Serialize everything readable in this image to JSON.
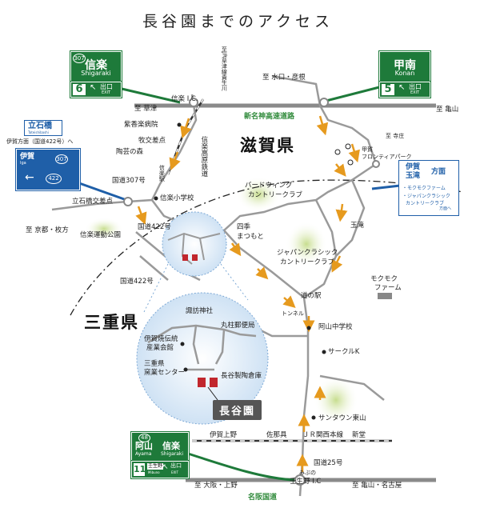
{
  "title": "長谷園までのアクセス",
  "prefectures": {
    "shiga": "滋賀県",
    "mie": "三重県"
  },
  "highways": {
    "meishin": "新名神高速道路",
    "meihan": "名阪国道"
  },
  "signs": {
    "shigaraki": {
      "route": "307",
      "name": "信楽",
      "roman": "Shigaraki",
      "exit_no": "6",
      "exit": "出口",
      "exit_en": "EXIT"
    },
    "konan": {
      "name": "甲南",
      "roman": "Konan",
      "exit_no": "5",
      "exit": "出口",
      "exit_en": "EXIT"
    },
    "ayama": {
      "route": "48",
      "name1": "阿山",
      "name2": "信楽",
      "roman1": "Ayama",
      "roman2": "Shigaraki",
      "exit_no": "11",
      "sub_name": "壬生野",
      "sub_roman": "Mibuno",
      "exit": "出口",
      "exit_en": "EXIT"
    },
    "tateishi": {
      "name": "立石橋",
      "roman": "Tateishibashi",
      "caption": "伊賀方面（国道422号）へ",
      "iga": "伊賀",
      "iga_roman": "Iga",
      "r307": "307",
      "r422": "422"
    },
    "iga_tamataki": {
      "title1": "伊賀",
      "title2": "玉滝",
      "dir": "方面",
      "item1": "・モクモクファーム",
      "item2": "・ジャパンクラシック",
      "item3": "カントリークラブ",
      "arrow": "方面へ"
    }
  },
  "directions": {
    "to_jr": "至JR草津線貴生川",
    "to_minakuchi": "至 水口・彦根",
    "to_kusatsu": "至 草津",
    "to_kameyama": "至 亀山",
    "to_teraso": "至 寺庄",
    "to_kyoto": "至 京都・枚方",
    "to_osaka": "至 大阪・上野",
    "to_kameyama_nagoya": "至 亀山・名古屋"
  },
  "labels": {
    "shigaraki_ic": "信楽 I.C.",
    "shikouen": "紫香楽病院",
    "makizaten": "牧交差点",
    "tougei": "陶芸の森",
    "shigaraki_eki": "信楽駅",
    "shigaraki_rail": "信楽高原鉄道",
    "r307": "国道307号",
    "tateishi_x": "立石橋交差点",
    "school": "信楽小学校",
    "r422a": "国道422号",
    "undou": "信楽運動公園",
    "r422b": "国道422号",
    "birdwing1": "バードウィング",
    "birdwing2": "カントリークラブ",
    "shiki1": "四季",
    "shiki2": "まつもと",
    "jcc1": "ジャパンクラシック",
    "jcc2": "カントリークラブ",
    "kouka1": "甲賀",
    "kouka2": "フロンティアパーク",
    "tamataki": "玉滝",
    "mokumoku1": "モクモク",
    "mokumoku2": "ファーム",
    "michinoeki": "道の駅",
    "tunnel": "トンネル",
    "ayama_school": "阿山中学校",
    "circlek": "サークルK",
    "suwa": "諏訪神社",
    "post": "丸柱郵便局",
    "dentou1": "伊賀焼伝統",
    "dentou2": "産業会館",
    "yogyou1": "三重県",
    "yogyou2": "窯業センター",
    "soko": "長谷製陶倉庫",
    "nagatanien": "長谷園",
    "suntown": "サンタウン東山",
    "iga_ueno": "伊賀上野",
    "sanabe": "佐那具",
    "kansai": "ＪＲ関西本線",
    "shindo": "新堂",
    "r25": "国道25号",
    "mibuno_small": "みぶの",
    "mibuno_ic": "壬生野 I.C"
  },
  "colors": {
    "road": "#9a9a9a",
    "highway": "#8a8a8a",
    "green": "#1e7a3a",
    "blue": "#1f5fa8",
    "arrow": "#e69a1e",
    "magnify": "#d9e8f6"
  }
}
